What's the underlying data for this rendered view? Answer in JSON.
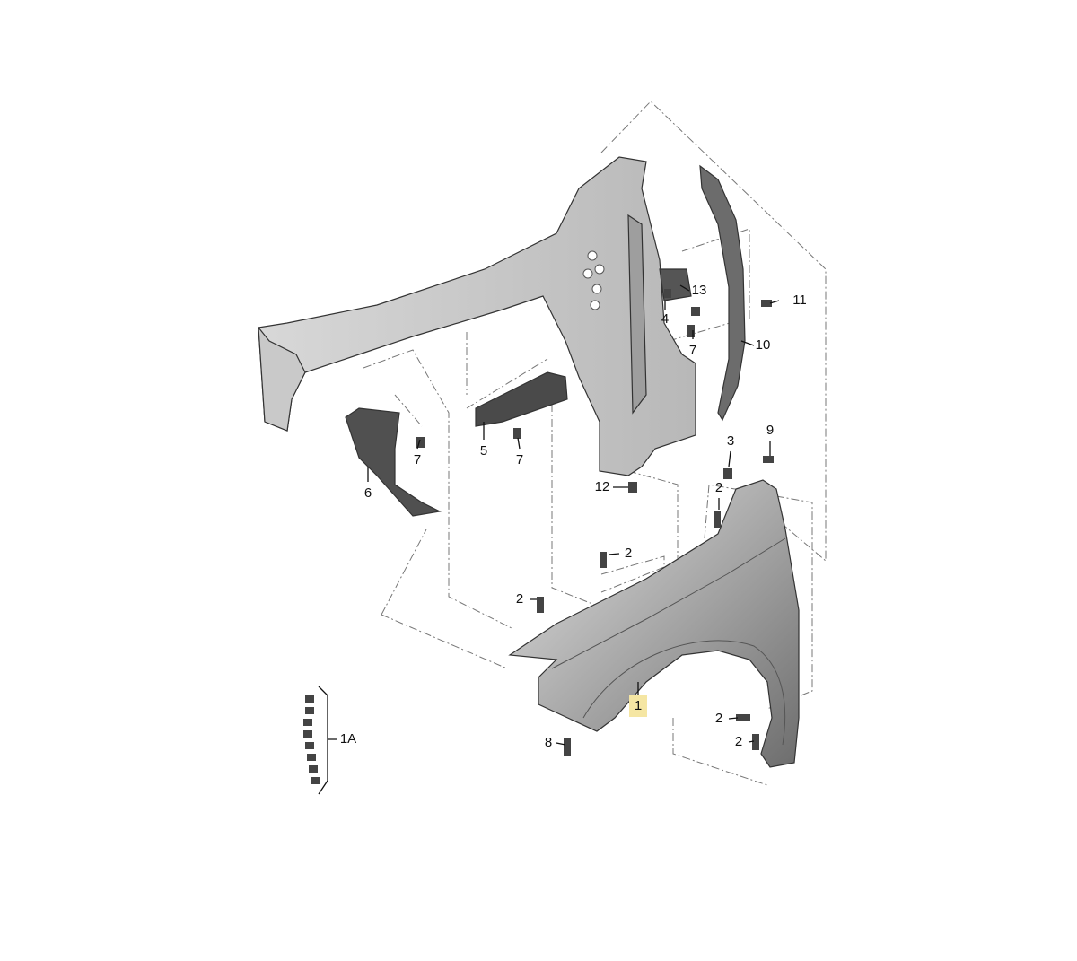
{
  "diagram": {
    "title": "Front fender assembly parts diagram",
    "highlight_color": "#f5e6a3",
    "callouts": [
      {
        "id": "13",
        "label": "13"
      },
      {
        "id": "4",
        "label": "4"
      },
      {
        "id": "7a",
        "label": "7"
      },
      {
        "id": "11",
        "label": "11"
      },
      {
        "id": "10",
        "label": "10"
      },
      {
        "id": "7b",
        "label": "7"
      },
      {
        "id": "5",
        "label": "5"
      },
      {
        "id": "7c",
        "label": "7"
      },
      {
        "id": "6",
        "label": "6"
      },
      {
        "id": "12",
        "label": "12"
      },
      {
        "id": "3",
        "label": "3"
      },
      {
        "id": "9",
        "label": "9"
      },
      {
        "id": "2a",
        "label": "2"
      },
      {
        "id": "2b",
        "label": "2"
      },
      {
        "id": "2c",
        "label": "2"
      },
      {
        "id": "1",
        "label": "1"
      },
      {
        "id": "2d",
        "label": "2"
      },
      {
        "id": "2e",
        "label": "2"
      },
      {
        "id": "8",
        "label": "8"
      },
      {
        "id": "1A",
        "label": "1A"
      }
    ]
  }
}
